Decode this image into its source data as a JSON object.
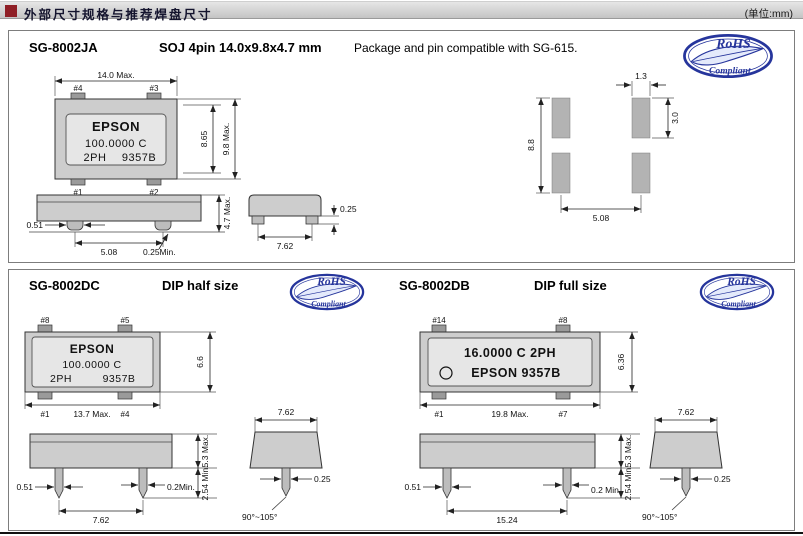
{
  "header": {
    "title": "外部尺寸规格与推荐焊盘尺寸",
    "unit": "(单位:mm)"
  },
  "rohs": {
    "line1": "RoHS",
    "line2": "Compliant"
  },
  "ja": {
    "model": "SG-8002JA",
    "package_type": "SOJ 4pin 14.0x9.8x4.7 mm",
    "note": "Package and pin compatible with SG-615.",
    "chip": {
      "line1": "EPSON",
      "line2": "100.0000 C",
      "line3a": "2PH",
      "line3b": "9357B"
    },
    "pins": {
      "p1": "#1",
      "p2": "#2",
      "p3": "#3",
      "p4": "#4"
    },
    "dims": {
      "body_w": "14.0 Max.",
      "lead_span": "8.65",
      "body_d": "9.8 Max.",
      "lead_w": "0.51",
      "lead_pitch": "5.08",
      "standoff": "0.25Min.",
      "height": "4.7 Max.",
      "pad_span": "7.62",
      "foot": "0.25"
    },
    "pad": {
      "w": "1.3",
      "h": "3.0",
      "span": "8.8",
      "pitch": "5.08"
    }
  },
  "dc": {
    "model": "SG-8002DC",
    "package_type": "DIP half size",
    "chip": {
      "line1": "EPSON",
      "line2": "100.0000 C",
      "line3a": "2PH",
      "line3b": "9357B"
    },
    "pins": {
      "tl": "#8",
      "tr": "#5",
      "bl": "#1",
      "br": "#4"
    },
    "dims": {
      "body_w": "13.7 Max.",
      "body_d": "6.6",
      "lead_w": "0.51",
      "lead_pitch": "7.62",
      "lead_t": "0.2Min.",
      "lead_len": "2.54 Min.",
      "height": "5.3 Max.",
      "row_span": "7.62",
      "foot": "0.25",
      "angle": "90°~105°"
    }
  },
  "db": {
    "model": "SG-8002DB",
    "package_type": "DIP full size",
    "chip": {
      "line1": "16.0000 C 2PH",
      "line2": "EPSON 9357B"
    },
    "pins": {
      "tl": "#14",
      "tr": "#8",
      "bl": "#1",
      "br": "#7"
    },
    "dims": {
      "body_w": "19.8 Max.",
      "body_d": "6.36",
      "lead_w": "0.51",
      "lead_pitch": "15.24",
      "lead_t": "0.2 Min",
      "lead_len": "2.54 Min.",
      "height": "5.3 Max.",
      "row_span": "7.62",
      "foot": "0.25",
      "angle": "90°~105°"
    }
  }
}
